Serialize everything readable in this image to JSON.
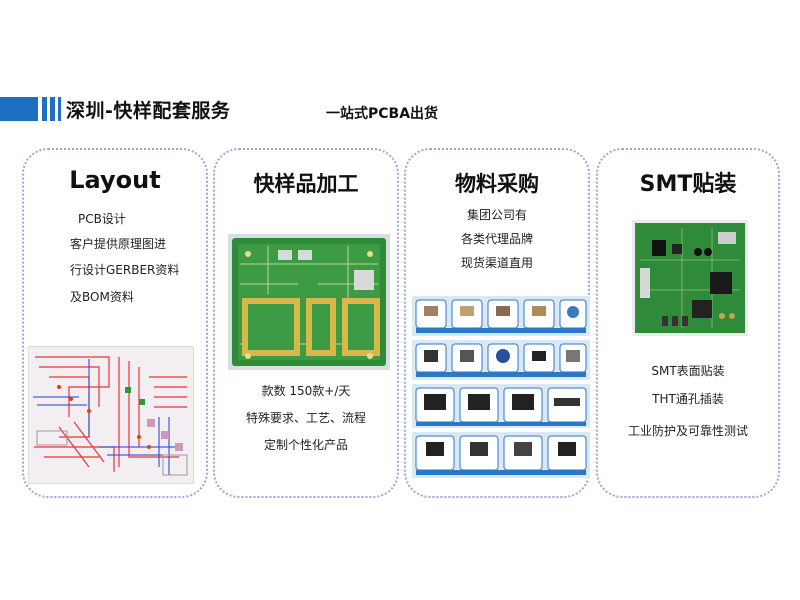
{
  "header": {
    "title": "深圳-快样配套服务",
    "subtitle": "一站式PCBA出货"
  },
  "panels": [
    {
      "title": "Layout",
      "lines": [
        "PCB设计",
        "客户提供原理图进",
        "行设计GERBER资料",
        "及BOM资料"
      ]
    },
    {
      "title": "快样品加工",
      "lines": [
        "款数 150款+/天",
        "特殊要求、工艺、流程",
        "定制个性化产品"
      ]
    },
    {
      "title": "物料采购",
      "lines": [
        "集团公司有",
        "各类代理品牌",
        "现货渠道直用"
      ]
    },
    {
      "title": "SMT贴装",
      "lines": [
        "SMT表面贴装",
        "THT通孔插装",
        "工业防护及可靠性测试"
      ]
    }
  ],
  "colors": {
    "accent": "#1f6fc0",
    "panel_border": "#9aa7d8",
    "pcb_green": "#2f8a3a",
    "tile_blue": "#2b78c8"
  }
}
